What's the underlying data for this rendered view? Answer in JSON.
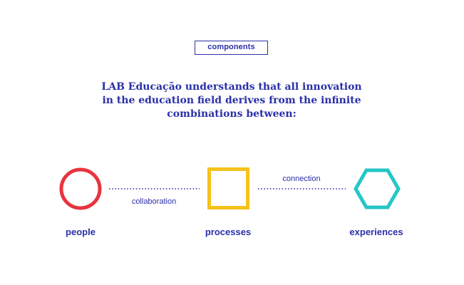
{
  "tag": "components",
  "headline": [
    "LAB Educação understands that all innovation",
    "in the education field derives from the infinite",
    "combinations between:"
  ],
  "nodes": [
    {
      "label": "people",
      "shape": "circle-icon",
      "color": "#e8343f"
    },
    {
      "label": "processes",
      "shape": "square-icon",
      "color": "#f6c21b"
    },
    {
      "label": "experiences",
      "shape": "hexagon-icon",
      "color": "#26c6c6"
    }
  ],
  "connectors": [
    {
      "label": "collaboration"
    },
    {
      "label": "connection"
    }
  ],
  "colors": {
    "text": "#2a2fa8",
    "connector": "#2a2fa8"
  }
}
